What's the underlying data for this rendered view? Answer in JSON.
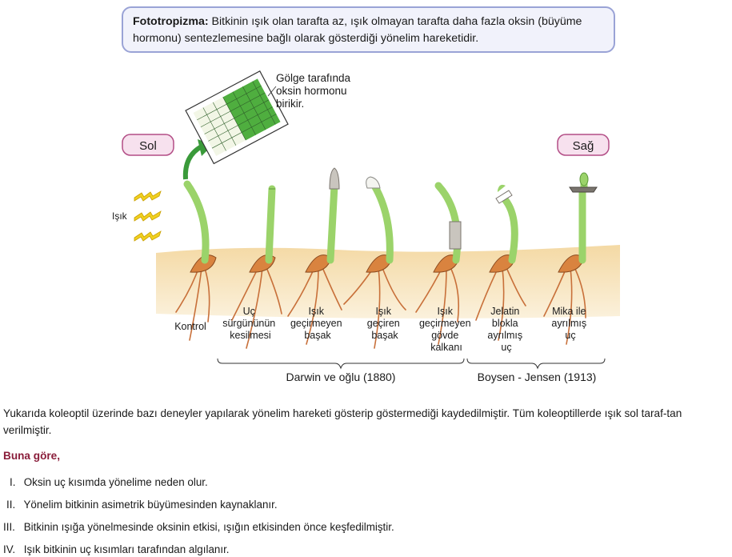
{
  "definition": {
    "term": "Fototropizma:",
    "text": "Bitkinin ışık olan tarafta az, ışık olmayan tarafta daha fazla oksin (büyüme hormonu) sentezlemesine bağlı olarak gösterdiği yönelim hareketidir."
  },
  "figure": {
    "left_tag": "Sol",
    "right_tag": "Sağ",
    "light_label": "Işık",
    "callout_lines": [
      "Gölge tarafında",
      "oksin hormonu",
      "birikir."
    ],
    "experiments": [
      {
        "lines": [
          "Kontrol"
        ]
      },
      {
        "lines": [
          "Uç",
          "sürgününün",
          "kesilmesi"
        ]
      },
      {
        "lines": [
          "Işık",
          "geçirmeyen",
          "başak"
        ]
      },
      {
        "lines": [
          "Işık",
          "geçiren",
          "başak"
        ]
      },
      {
        "lines": [
          "Işık",
          "geçirmeyen",
          "gövde",
          "kalkanı"
        ]
      },
      {
        "lines": [
          "Jelatin",
          "blokla",
          "ayrılmış",
          "uç"
        ]
      },
      {
        "lines": [
          "Mika ile",
          "ayrılmış",
          "uç"
        ]
      }
    ],
    "groups": [
      {
        "label": "Darwin ve oğlu (1880)"
      },
      {
        "label": "Boysen - Jensen (1913)"
      }
    ],
    "colors": {
      "stem": "#9bd36a",
      "soil": "#f6dfb0",
      "root": "#c8703a",
      "tag_fill": "#f7e1ee",
      "tag_border": "#b34e86",
      "arrow": "#3a9a3a",
      "light": "#f0d020"
    }
  },
  "paragraph": "Yukarıda koleoptil üzerinde bazı deneyler yapılarak yönelim hareketi gösterip göstermediği kaydedilmiştir. Tüm koleoptillerde ışık sol taraf-tan verilmiştir.",
  "question_heading": "Buna göre,",
  "statements": [
    {
      "num": "I.",
      "text": "Oksin uç kısımda yönelime neden olur."
    },
    {
      "num": "II.",
      "text": "Yönelim bitkinin asimetrik büyümesinden kaynaklanır."
    },
    {
      "num": "III.",
      "text": "Bitkinin ışığa yönelmesinde oksinin etkisi, ışığın etkisinden önce keşfedilmiştir."
    },
    {
      "num": "IV.",
      "text": "Işık bitkinin uç kısımları tarafından algılanır."
    }
  ]
}
